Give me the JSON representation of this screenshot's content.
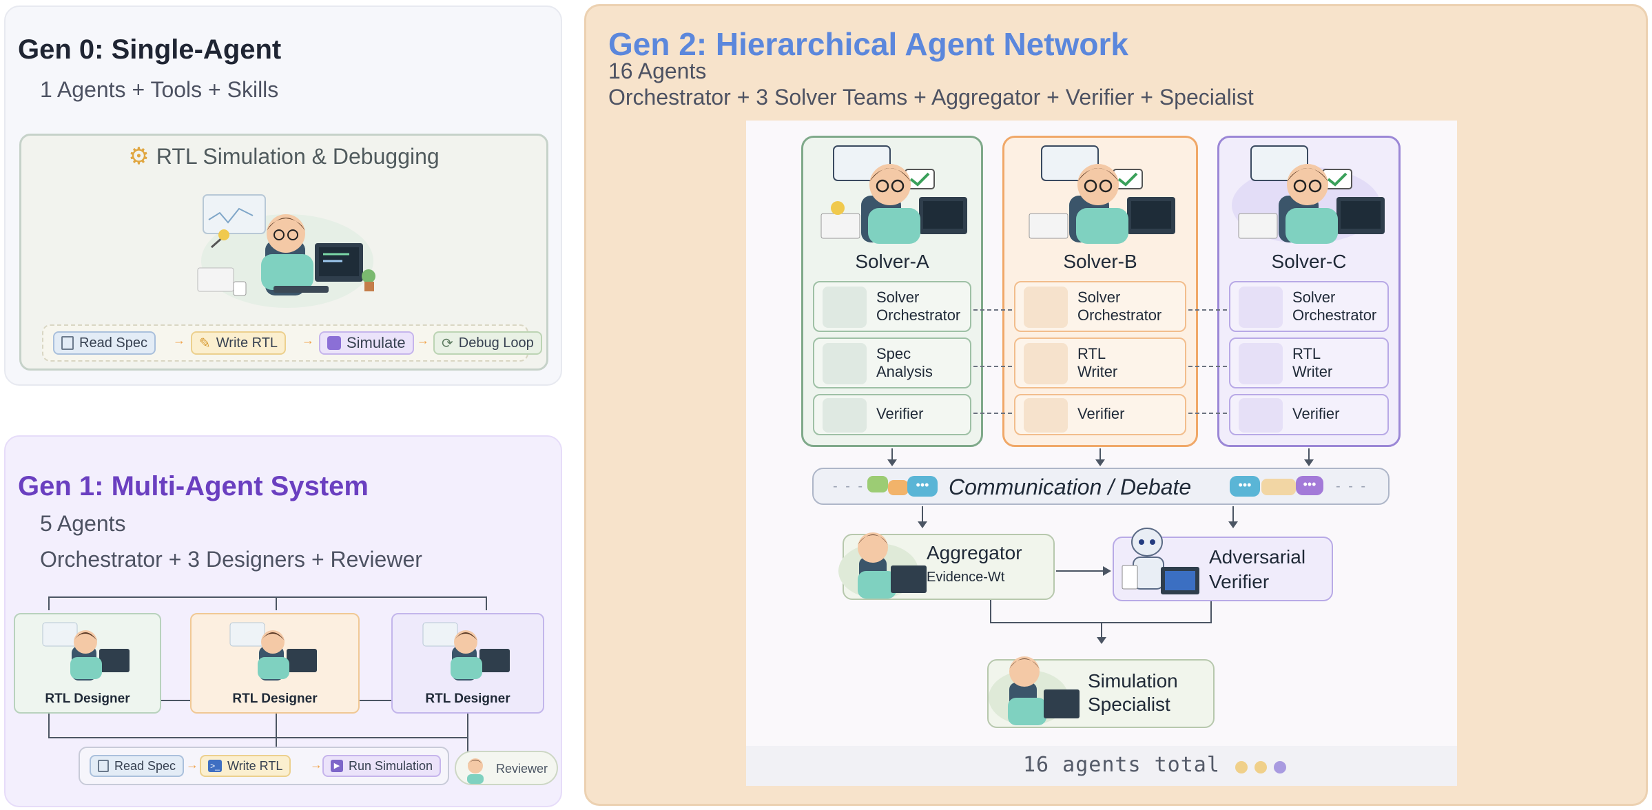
{
  "gen0": {
    "title": "Gen 0: Single-Agent",
    "subtitle": "1 Agents + Tools + Skills",
    "card_title": "RTL Simulation & Debugging",
    "steps": [
      "Read Spec",
      "Write RTL",
      "Simulate",
      "Debug Loop"
    ]
  },
  "gen1": {
    "title": "Gen 1: Multi-Agent System",
    "agents_count": "5 Agents",
    "composition": "Orchestrator + 3 Designers + Reviewer",
    "designers": [
      "RTL Designer",
      "RTL Designer",
      "RTL Designer"
    ],
    "steps": [
      "Read Spec",
      "Write RTL",
      "Run Simulation"
    ],
    "reviewer": "Reviewer"
  },
  "gen2": {
    "title": "Gen 2: Hierarchical Agent Network",
    "agents_count": "16 Agents",
    "composition": "Orchestrator + 3 Solver Teams + Aggregator + Verifier + Specialist",
    "teams": [
      {
        "name": "Solver-A",
        "members": [
          "Solver\nOrchestrator",
          "Spec\nAnalysis",
          "Verifier"
        ]
      },
      {
        "name": "Solver-B",
        "members": [
          "Solver\nOrchestrator",
          "RTL\nWriter",
          "Verifier"
        ]
      },
      {
        "name": "Solver-C",
        "members": [
          "Solver\nOrchestrator",
          "RTL\nWriter",
          "Verifier"
        ]
      }
    ],
    "communication": "Communication / Debate",
    "aggregator": {
      "name": "Aggregator",
      "detail": "Evidence-Wt"
    },
    "adversarial": {
      "line1": "Adversarial",
      "line2": "Verifier"
    },
    "specialist": {
      "line1": "Simulation",
      "line2": "Specialist"
    },
    "footer": "16 agents total"
  },
  "colors": {
    "gen0_title": "#1f2533",
    "gen1_title": "#6a3fc0",
    "gen2_title": "#5b87dc",
    "team_a": "#7fa98a",
    "team_b": "#f0a868",
    "team_c": "#9b87d6",
    "dots": [
      "#f0d08a",
      "#f0d08a",
      "#a99be0"
    ]
  },
  "icons": [
    "gear-icon",
    "document-icon",
    "pencil-icon",
    "chip-icon",
    "loop-icon",
    "terminal-icon",
    "play-icon",
    "chat-bubble-icon",
    "handshake-icon",
    "robot-icon"
  ]
}
